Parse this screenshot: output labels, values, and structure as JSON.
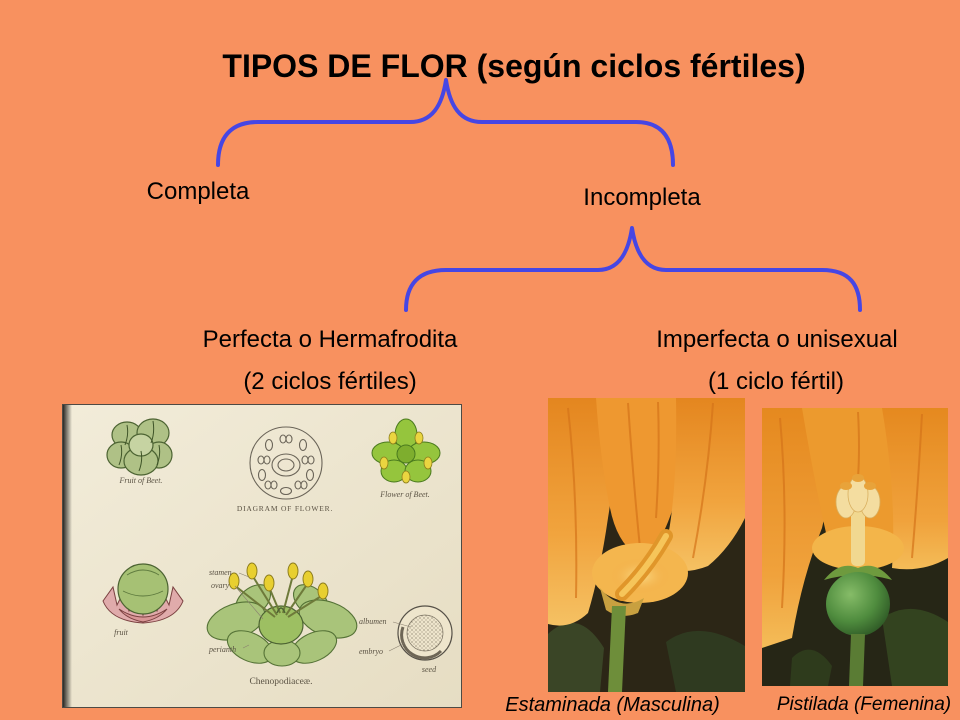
{
  "slide": {
    "title": "TIPOS DE FLOR (según ciclos fértiles)",
    "background_color": "#F8915F",
    "text_color": "#000000"
  },
  "classification": {
    "brace_color": "#4646E4",
    "level1": {
      "complete": "Completa",
      "incomplete": "Incompleta"
    },
    "level2": {
      "perfect": {
        "label": "Perfecta o Hermafrodita",
        "detail": "(2 ciclos fértiles)"
      },
      "imperfect": {
        "label": "Imperfecta o unisexual",
        "detail": "(1 ciclo fértil)"
      }
    }
  },
  "illustration": {
    "labels": {
      "fruit_of_beet": "Fruit of Beet.",
      "diagram_of_flower": "DIAGRAM OF FLOWER.",
      "flower_of_beet": "Flower of Beet.",
      "stamen": "stamen",
      "ovary": "ovary",
      "fruit": "fruit",
      "perianth": "perianth",
      "albumen": "albumen",
      "embryo": "embryo",
      "seed": "seed",
      "family": "Chenopodiaceæ."
    }
  },
  "photos": {
    "staminate": {
      "caption": "Estaminada (Masculina)"
    },
    "pistillate": {
      "caption": "Pistilada (Femenina)"
    }
  }
}
